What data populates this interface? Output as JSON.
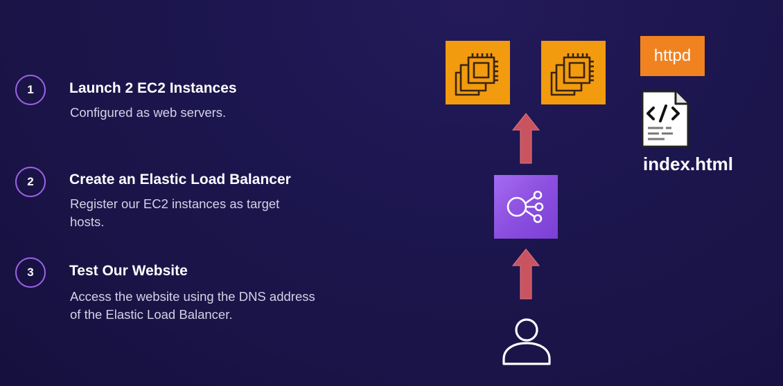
{
  "steps": [
    {
      "number": "1",
      "title": "Launch 2 EC2 Instances",
      "description": "Configured as web servers."
    },
    {
      "number": "2",
      "title": "Create an Elastic Load Balancer",
      "description": "Register our EC2 instances as target hosts."
    },
    {
      "number": "3",
      "title": "Test Our Website",
      "description": "Access the website using the DNS address of the Elastic Load Balancer."
    }
  ],
  "diagram": {
    "nodes": [
      {
        "id": "ec2-1",
        "icon": "ec2-instance-icon"
      },
      {
        "id": "ec2-2",
        "icon": "ec2-instance-icon"
      },
      {
        "id": "load-balancer",
        "icon": "elastic-load-balancer-icon"
      },
      {
        "id": "user",
        "icon": "user-icon"
      }
    ],
    "edges": [
      {
        "from": "user",
        "to": "load-balancer"
      },
      {
        "from": "load-balancer",
        "to": "ec2-1"
      },
      {
        "from": "load-balancer",
        "to": "ec2-2"
      }
    ],
    "httpd_label": "httpd",
    "file_name": "index.html",
    "file_icon": "html-file-icon"
  },
  "colors": {
    "background": "#1c1550",
    "ec2": "#f29b0e",
    "httpd": "#f0821f",
    "elb": "#8c4fe0",
    "arrow": "#c9535f",
    "step_circle_border": "#9d63e6"
  }
}
